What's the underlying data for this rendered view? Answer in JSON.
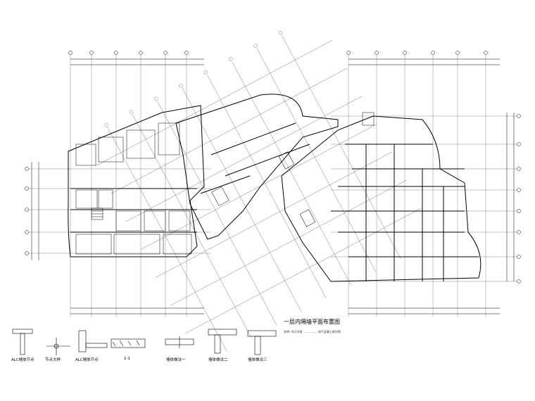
{
  "drawing": {
    "title": "一层内隔墙平面布置图",
    "note": "说明: ALC内墙 …………… 加气混凝土砌块墙"
  },
  "details": [
    {
      "caption": "ALC墙体节点"
    },
    {
      "caption": "节点大样"
    },
    {
      "caption": "ALC墙体节点"
    },
    {
      "caption": "1-1"
    },
    {
      "caption": "墙体做法一"
    },
    {
      "caption": "墙体做法二"
    },
    {
      "caption": "墙体做法三"
    }
  ]
}
